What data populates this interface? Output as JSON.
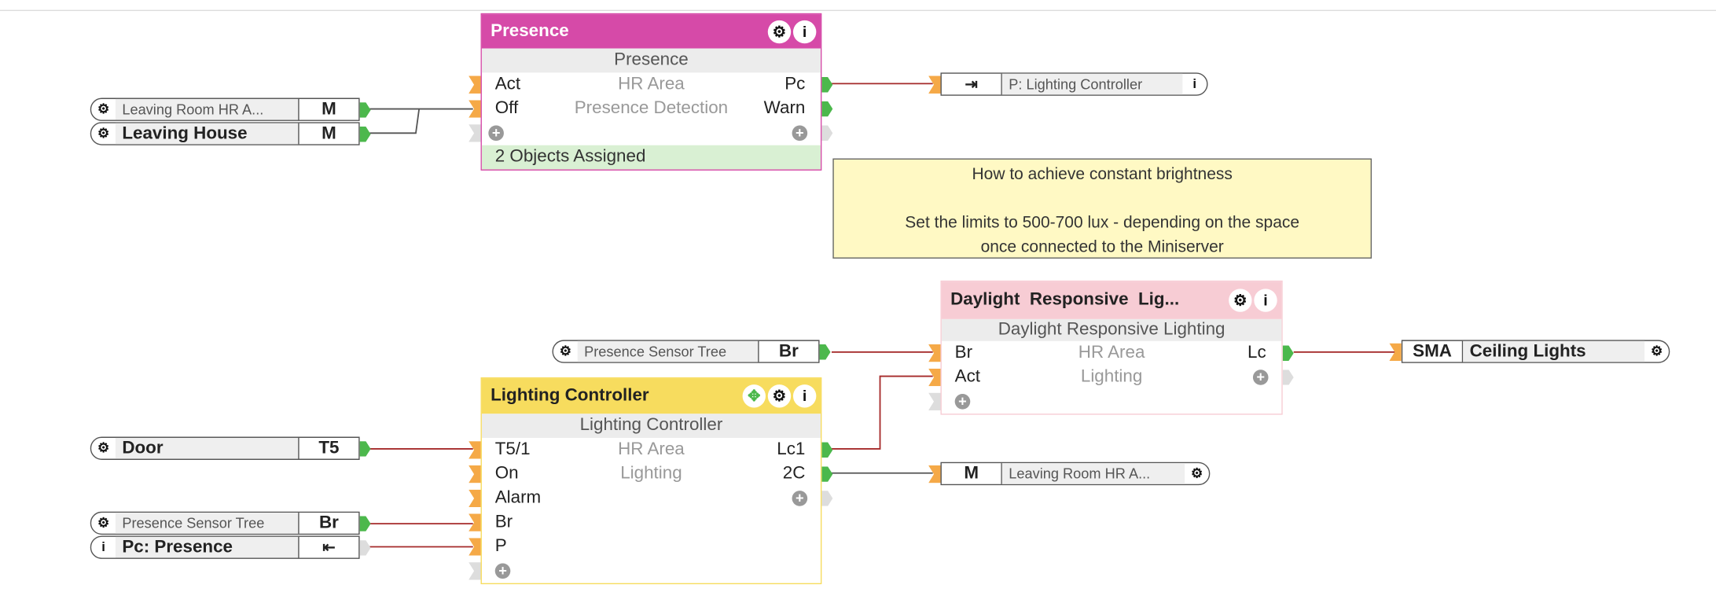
{
  "colors": {
    "presence": "#d64aa8",
    "lighting": "#f7dc5e",
    "daylight": "#f7ccd4",
    "wire_active": "#a52a2a",
    "wire_neutral": "#555555",
    "input": "#f5a947",
    "output": "#4cb84c"
  },
  "presence_block": {
    "title": "Presence",
    "subtitle": "Presence",
    "rows": [
      {
        "in": "Act",
        "mid": "HR Area",
        "out": "Pc"
      },
      {
        "in": "Off",
        "mid": "Presence Detection",
        "out": "Warn"
      }
    ],
    "footer": "2 Objects Assigned"
  },
  "lighting_block": {
    "title": "Lighting Controller",
    "subtitle": "Lighting Controller",
    "rows": [
      {
        "in": "T5/1",
        "mid": "HR Area",
        "out": "Lc1"
      },
      {
        "in": "On",
        "mid": "Lighting",
        "out": "2C"
      },
      {
        "in": "Alarm"
      },
      {
        "in": "Br"
      },
      {
        "in": "P"
      }
    ]
  },
  "daylight_block": {
    "title": "Daylight  Responsive  Lig...",
    "subtitle": "Daylight Responsive Lighting",
    "rows": [
      {
        "in": "Br",
        "mid": "HR Area",
        "out": "Lc"
      },
      {
        "in": "Act",
        "mid": "Lighting"
      }
    ]
  },
  "refs": {
    "leaving_room_in": {
      "label": "Leaving Room HR A...",
      "value": "M",
      "icon": "gear-icon"
    },
    "leaving_house": {
      "label": "Leaving House",
      "value": "M",
      "icon": "gear-icon"
    },
    "p_lighting": {
      "label": "P: Lighting Controller",
      "icon": "output-ref-icon",
      "end_icon": "info-icon"
    },
    "sensor_tree_top": {
      "label": "Presence Sensor Tree",
      "value": "Br",
      "icon": "gear-icon"
    },
    "ceiling": {
      "value": "SMA",
      "label": "Ceiling Lights",
      "icon": "gear-icon"
    },
    "door": {
      "label": "Door",
      "value": "T5",
      "icon": "gear-icon"
    },
    "leaving_room_out": {
      "value": "M",
      "label": "Leaving Room HR A...",
      "icon": "gear-icon"
    },
    "sensor_tree_bottom": {
      "label": "Presence Sensor Tree",
      "value": "Br",
      "icon": "gear-icon"
    },
    "pc_presence": {
      "label": "Pc: Presence",
      "icon": "info-icon",
      "value_icon": "input-ref-icon"
    }
  },
  "note": {
    "title": "How to achieve constant brightness",
    "line1": "Set the limits to 500-700 lux - depending on the space",
    "line2": "once connected to the Miniserver"
  }
}
